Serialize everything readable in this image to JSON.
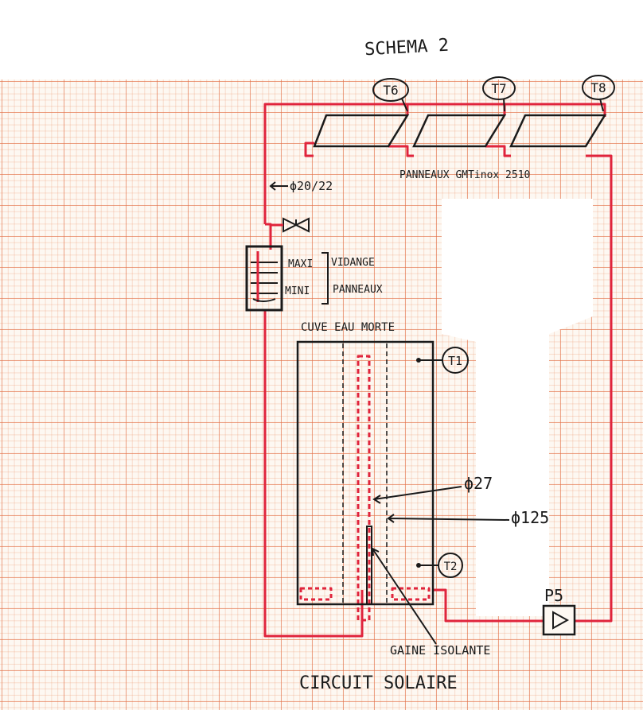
{
  "title": "SCHEMA 2",
  "footer": "CIRCUIT SOLAIRE",
  "sensors": {
    "t6": "T6",
    "t7": "T7",
    "t8": "T8",
    "t1": "T1",
    "t2": "T2"
  },
  "panels_label": "PANNEAUX  GMTinox 2510",
  "pipe_label": "ϕ20/22",
  "maxi_label": "MAXI",
  "mini_label": "MINI",
  "vidange_label": "VIDANGE",
  "panneaux_label": "PANNEAUX",
  "tank_label": "CUVE EAU MORTE",
  "d27_label": "ϕ27",
  "d125_label": "ϕ125",
  "pump_label": "P5",
  "sheath_label": "GAINE ISOLANTE",
  "colors": {
    "circuit": "#e0243c",
    "ink": "#1a1a1a",
    "paper": "#fdf8f2",
    "grid": "#e26e46"
  }
}
